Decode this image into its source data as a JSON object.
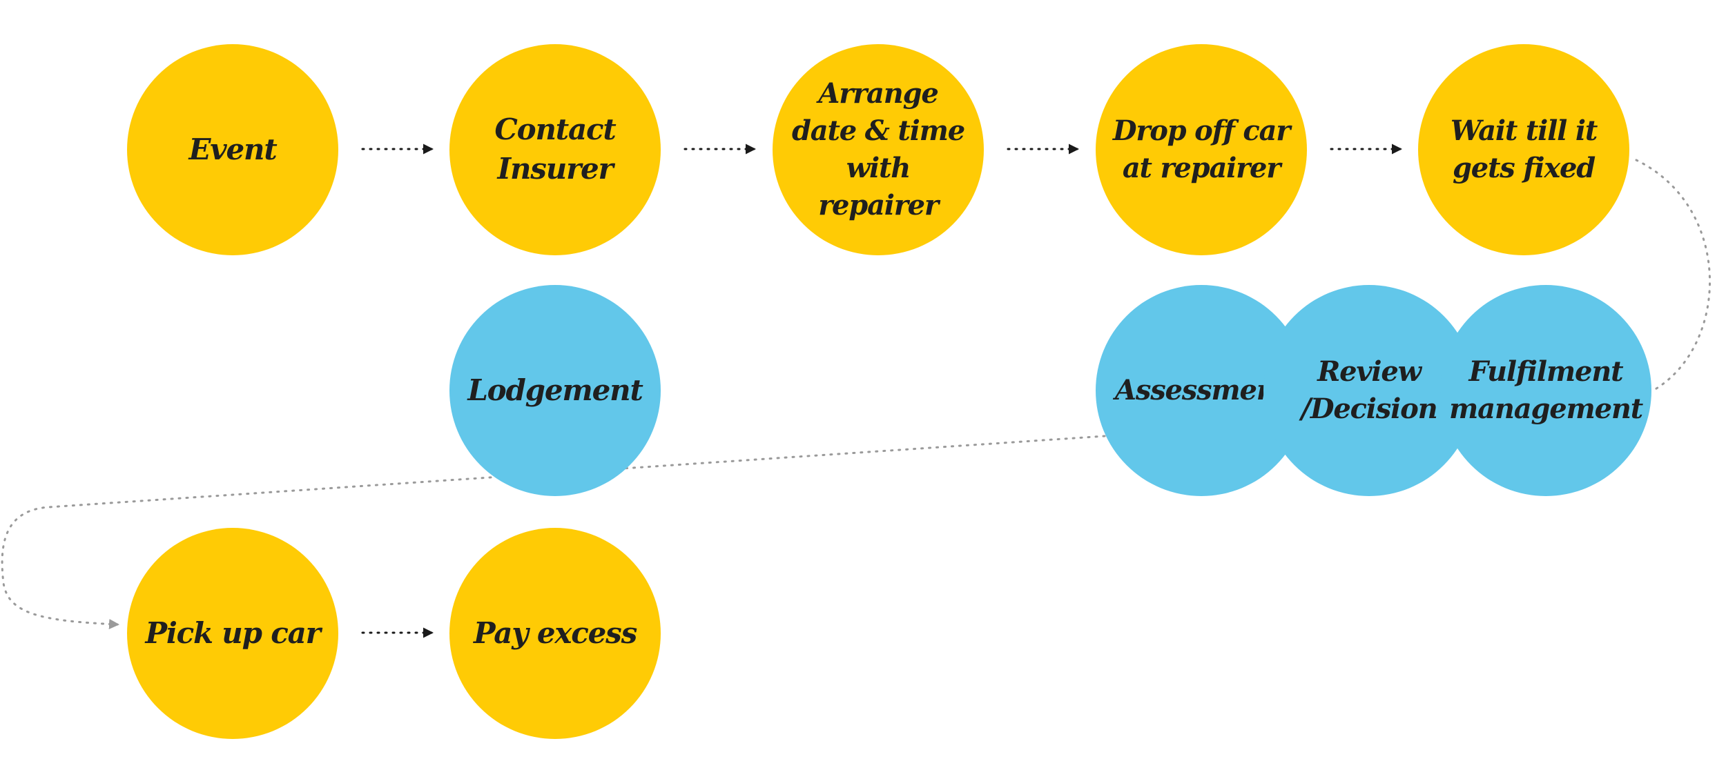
{
  "colors": {
    "customer": "#FFCB05",
    "insurer": "#62C7EA",
    "arrow": "#1a1a1a",
    "connector": "#9a9a9a"
  },
  "nodes": {
    "event": "Event",
    "contact_insurer": "Contact\nInsurer",
    "arrange": "Arrange\ndate & time\nwith repairer",
    "drop_off": "Drop off car\nat repairer",
    "wait": "Wait till it\ngets fixed",
    "lodgement": "Lodgement",
    "assessment": "Assessment",
    "review": "Review\n/Decision",
    "fulfilment": "Fulfilment\nmanagement",
    "pick_up": "Pick up car",
    "pay_excess": "Pay excess"
  }
}
